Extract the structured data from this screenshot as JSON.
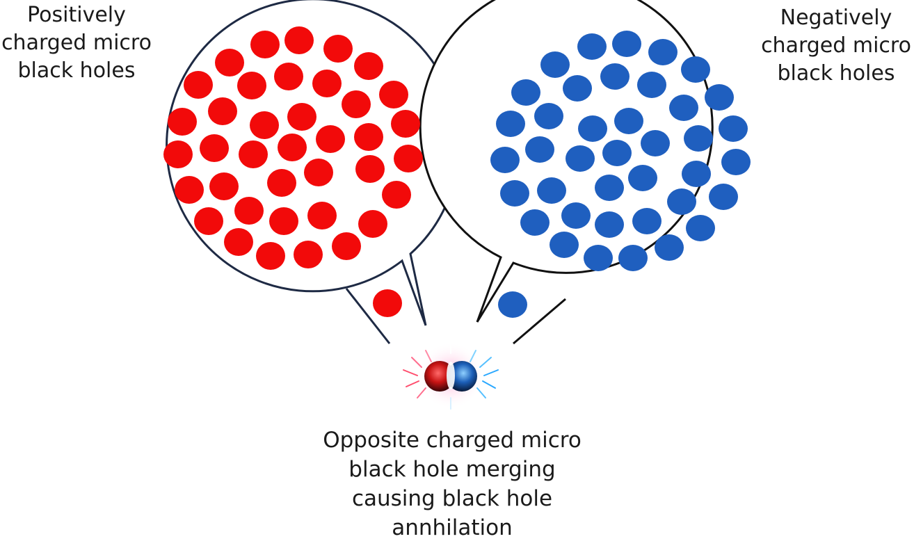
{
  "labels": {
    "positive": [
      "Positively",
      "charged micro",
      "black holes"
    ],
    "negative": [
      "Negatively",
      "charged micro",
      "black holes"
    ],
    "merge": [
      "Opposite charged micro",
      "black hole merging",
      "causing black hole",
      "annhilation"
    ]
  },
  "colors": {
    "positive": "#f20a0a",
    "negative": "#1f5fbf",
    "outline": "#1e2a44",
    "text": "#1a1a1a"
  },
  "icons": {
    "merge": "colliding-black-holes-icon"
  }
}
